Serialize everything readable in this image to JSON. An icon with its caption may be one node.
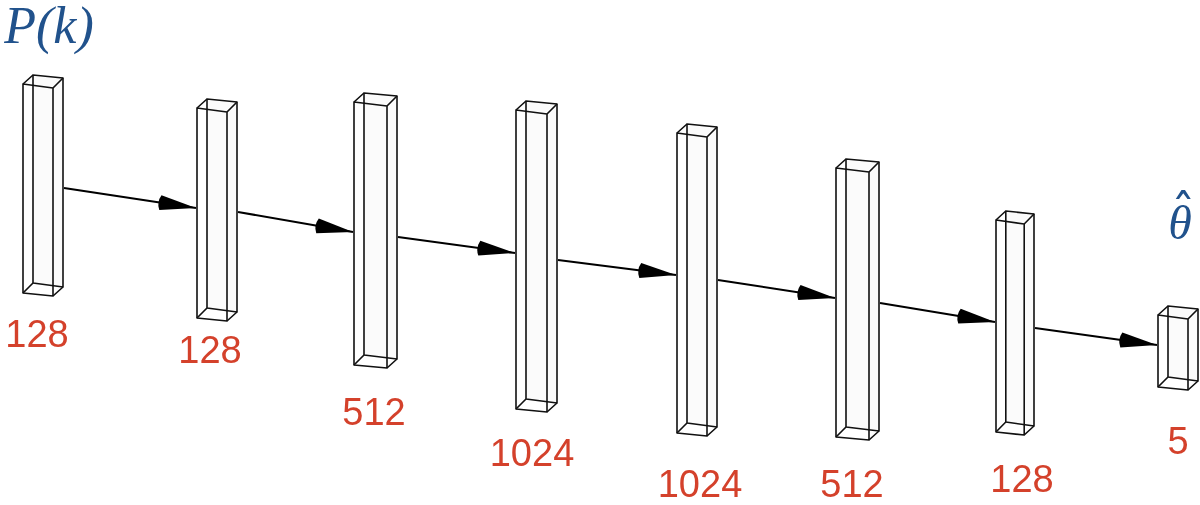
{
  "diagram": {
    "nodes": [
      {
        "text": [],
        "shape": "bar",
        "beside": [
          "P(k)",
          "128"
        ]
      },
      {
        "text": [],
        "shape": "bar",
        "beside": [
          "128"
        ]
      },
      {
        "text": [],
        "shape": "bar",
        "beside": [
          "512"
        ]
      },
      {
        "text": [],
        "shape": "bar",
        "beside": [
          "1024"
        ]
      },
      {
        "text": [],
        "shape": "bar",
        "beside": [
          "1024"
        ]
      },
      {
        "text": [],
        "shape": "bar",
        "beside": [
          "512"
        ]
      },
      {
        "text": [],
        "shape": "bar",
        "beside": [
          "128"
        ]
      },
      {
        "text": [],
        "shape": "bar",
        "beside": [
          "θ̂",
          "5"
        ]
      }
    ],
    "edges": [
      {
        "from": 0,
        "to": 1,
        "arrow": "to"
      },
      {
        "from": 1,
        "to": 2,
        "arrow": "to"
      },
      {
        "from": 2,
        "to": 3,
        "arrow": "to"
      },
      {
        "from": 3,
        "to": 4,
        "arrow": "to"
      },
      {
        "from": 4,
        "to": 5,
        "arrow": "to"
      },
      {
        "from": 5,
        "to": 6,
        "arrow": "to"
      },
      {
        "from": 6,
        "to": 7,
        "arrow": "to"
      }
    ]
  }
}
